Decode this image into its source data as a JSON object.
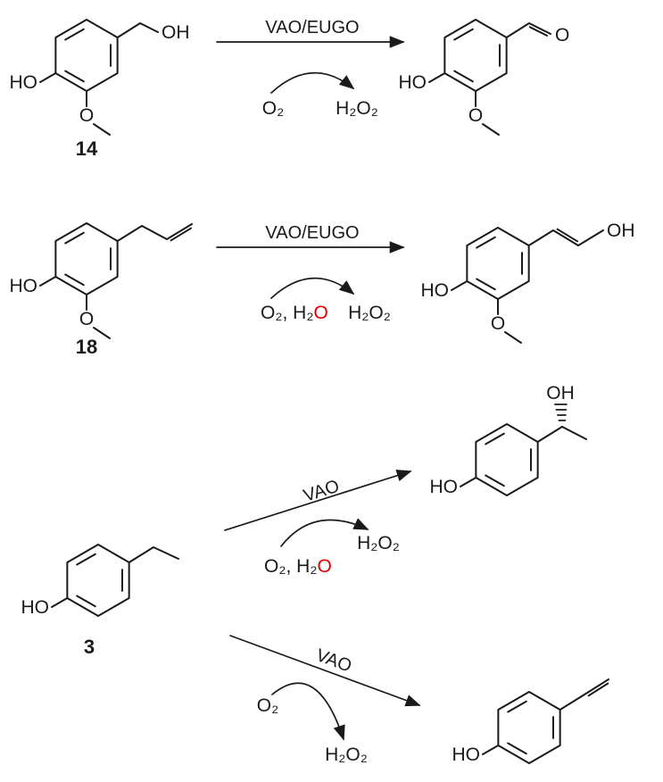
{
  "colors": {
    "ink": "#1a1a1a",
    "red": "#e00000"
  },
  "scheme1": {
    "substrate": {
      "ho_label": "HO",
      "oh_label": "OH",
      "methoxy_o_label": "O",
      "compound_number": "14"
    },
    "enzyme_label": "VAO/EUGO",
    "cosubstrate_label": "O₂",
    "byproduct_label": "H₂O₂",
    "product": {
      "ho_label": "HO",
      "methoxy_o_label": "O",
      "aldehyde_o_label": "O"
    }
  },
  "scheme2": {
    "substrate": {
      "ho_label": "HO",
      "methoxy_o_label": "O",
      "compound_number": "18"
    },
    "enzyme_label": "VAO/EUGO",
    "cosubstrate_black": "O₂, H₂",
    "cosubstrate_red_o": "O",
    "byproduct_label": "H₂O₂",
    "product": {
      "ho_label": "HO",
      "methoxy_o_label": "O",
      "oh_label": "OH"
    }
  },
  "scheme3": {
    "substrate": {
      "ho_label": "HO",
      "compound_number": "3"
    },
    "upper_reaction": {
      "enzyme_label": "VAO",
      "cosubstrate_black": "O₂, H₂",
      "cosubstrate_red_o": "O",
      "byproduct_label": "H₂O₂",
      "product": {
        "ho_label": "HO",
        "oh_label": "OH"
      }
    },
    "lower_reaction": {
      "enzyme_label": "VAO",
      "cosubstrate_label": "O₂",
      "byproduct_label": "H₂O₂",
      "product": {
        "ho_label": "HO"
      }
    }
  }
}
